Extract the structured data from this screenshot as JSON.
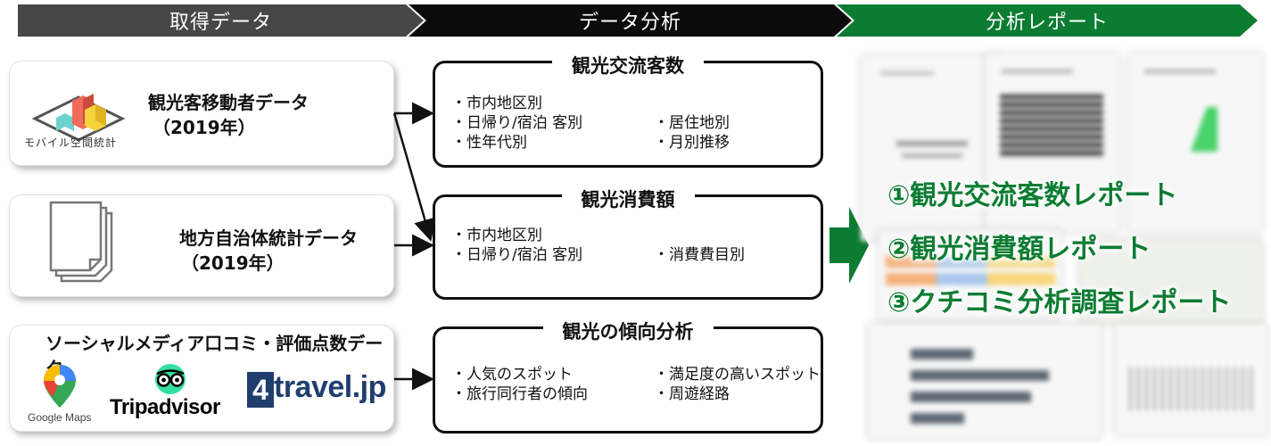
{
  "header": {
    "step1": "取得データ",
    "step2": "データ分析",
    "step3": "分析レポート",
    "colors": {
      "step1": "#474747",
      "step2": "#0b0b0b",
      "step3": "#0c7c32"
    }
  },
  "sources": {
    "mobile": {
      "title": "観光客移動者データ",
      "year": "（2019年）",
      "logo_text": "モバイル空間統計"
    },
    "municipal": {
      "title": "地方自治体統計データ",
      "year": "（2019年）"
    },
    "social": {
      "title": "ソーシャルメディア口コミ・評価点数データ",
      "logos": {
        "google": "Google Maps",
        "tripadvisor": "Tripadvisor",
        "fourtravel_num": "4",
        "fourtravel": "travel.jp"
      }
    }
  },
  "analysis": {
    "exchange": {
      "title": "観光交流客数",
      "items_left": [
        "・市内地区別",
        "・日帰り/宿泊 客別",
        "・性年代別"
      ],
      "items_right": [
        "・居住地別",
        "・月別推移"
      ]
    },
    "consumption": {
      "title": "観光消費額",
      "items_left": [
        "・市内地区別",
        "・日帰り/宿泊 客別"
      ],
      "items_right": [
        "・消費費目別"
      ]
    },
    "trend": {
      "title": "観光の傾向分析",
      "items_left": [
        "・人気のスポット",
        "・旅行同行者の傾向"
      ],
      "items_right": [
        "・満足度の高いスポット",
        "・周遊経路"
      ]
    }
  },
  "reports": [
    "①観光交流客数レポート",
    "②観光消費額レポート",
    "③クチコミ分析調査レポート"
  ],
  "accent_color": "#0c7c32"
}
